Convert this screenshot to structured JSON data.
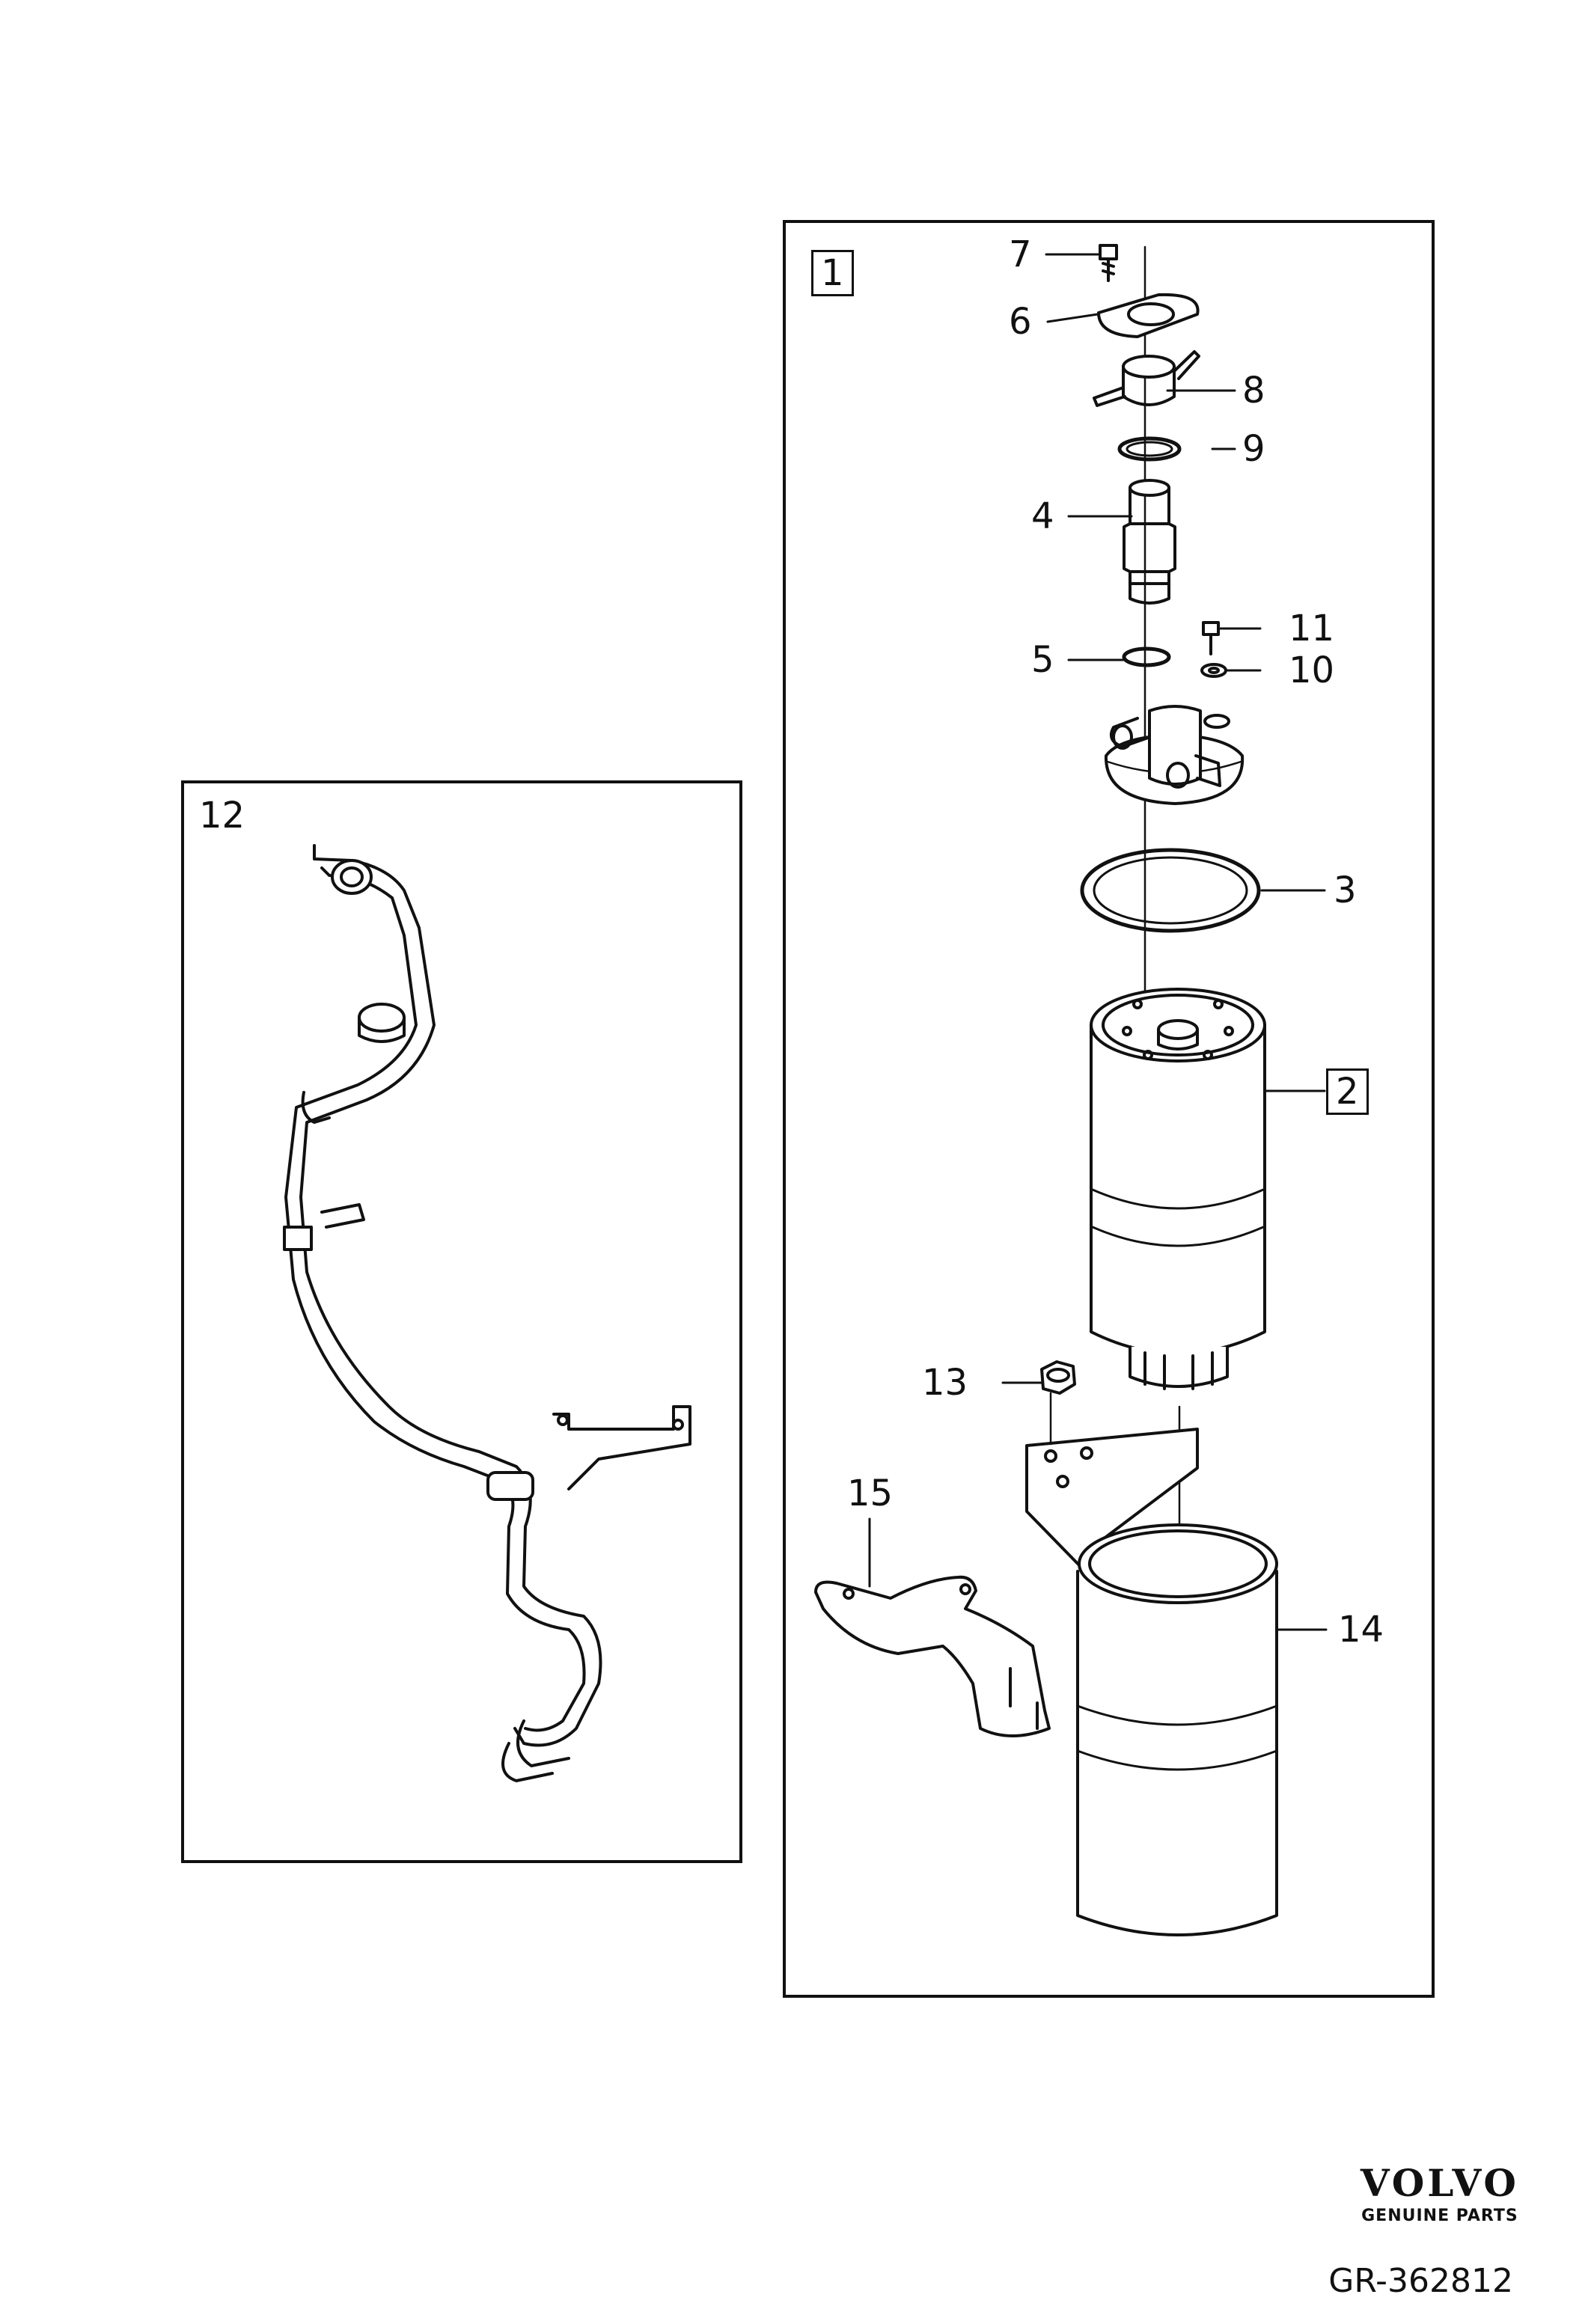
{
  "callouts": {
    "c1": "1",
    "c2": "2",
    "c3": "3",
    "c4": "4",
    "c5": "5",
    "c6": "6",
    "c7": "7",
    "c8": "8",
    "c9": "9",
    "c10": "10",
    "c11": "11",
    "c12": "12",
    "c13": "13",
    "c14": "14",
    "c15": "15"
  },
  "brand": {
    "name": "VOLVO",
    "tagline": "GENUINE PARTS"
  },
  "reference": "GR-362812"
}
